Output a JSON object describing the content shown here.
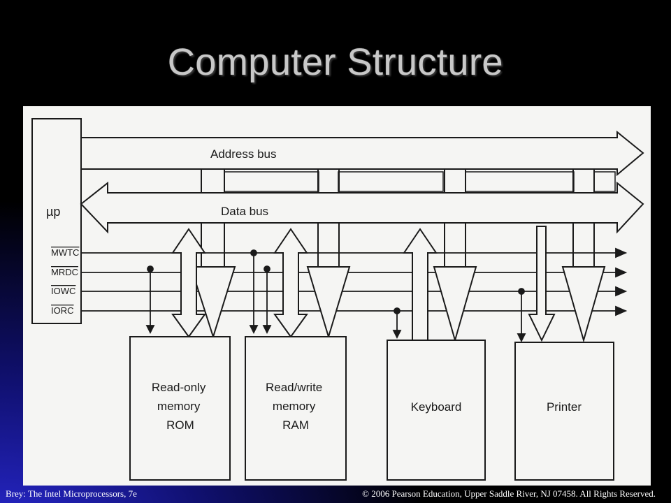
{
  "slide": {
    "title": "Computer Structure"
  },
  "diagram": {
    "processor_label": "µp",
    "address_bus_label": "Address bus",
    "data_bus_label": "Data bus",
    "control_signals": [
      "MWTC",
      "MRDC",
      "IOWC",
      "IORC"
    ],
    "blocks": {
      "rom": [
        "Read-only",
        "memory",
        "ROM"
      ],
      "ram": [
        "Read/write",
        "memory",
        "RAM"
      ],
      "keyboard": [
        "Keyboard"
      ],
      "printer": [
        "Printer"
      ]
    }
  },
  "footer": {
    "left": "Brey: The Intel Microprocessors, 7e",
    "right": "© 2006 Pearson Education, Upper Saddle River, NJ 07458. All Rights Reserved."
  },
  "colors": {
    "background": "#000000",
    "background_glow": "#2a2ad8",
    "title": "#c8c8c8",
    "diagram_background": "#f5f5f3",
    "diagram_ink": "#1a1a1a"
  }
}
